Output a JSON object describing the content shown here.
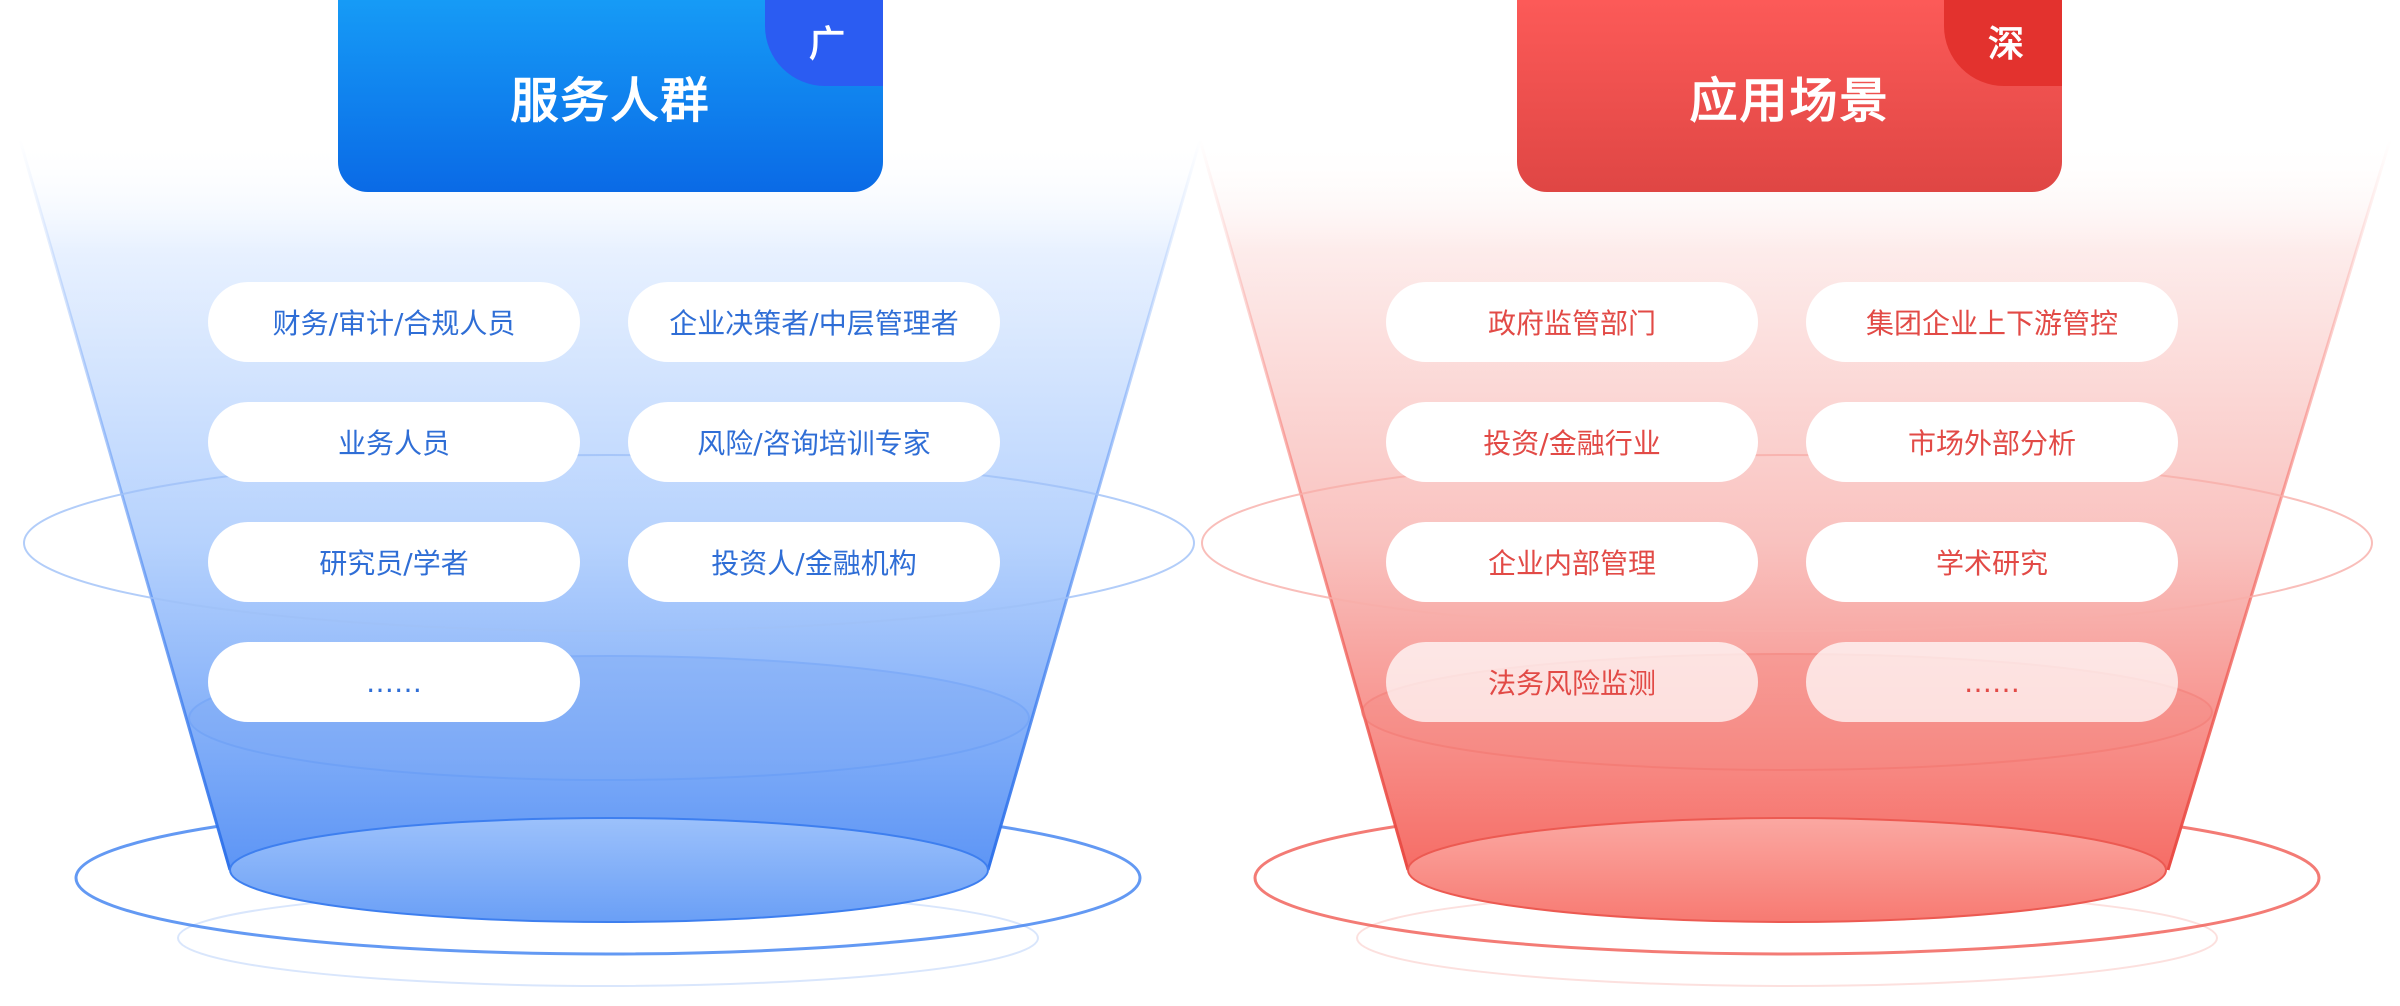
{
  "colors": {
    "blue_primary": "#0a6ae6",
    "blue_badge": "#2b5cf2",
    "red_primary": "#df4644",
    "red_badge": "#e3322e"
  },
  "left_panel": {
    "title": "服务人群",
    "badge": "广",
    "items": [
      "财务/审计/合规人员",
      "企业决策者/中层管理者",
      "业务人员",
      "风险/咨询培训专家",
      "研究员/学者",
      "投资人/金融机构",
      "……"
    ]
  },
  "right_panel": {
    "title": "应用场景",
    "badge": "深",
    "items": [
      "政府监管部门",
      "集团企业上下游管控",
      "投资/金融行业",
      "市场外部分析",
      "企业内部管理",
      "学术研究",
      "法务风险监测",
      "……"
    ]
  }
}
